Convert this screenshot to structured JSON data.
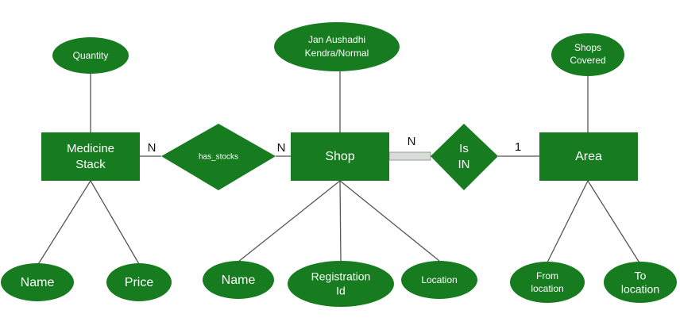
{
  "diagram": {
    "entities": {
      "medicine_stack": {
        "line1": "Medicine",
        "line2": "Stack"
      },
      "shop": "Shop",
      "area": "Area"
    },
    "relationships": {
      "has_stocks": "has_stocks",
      "is_in": {
        "line1": "Is",
        "line2": "IN"
      }
    },
    "attributes": {
      "quantity": "Quantity",
      "medicine_name": "Name",
      "price": "Price",
      "shop_type": {
        "line1": "Jan Aushadhi",
        "line2": "Kendra/Normal"
      },
      "shop_name": "Name",
      "registration_id": {
        "line1": "Registration",
        "line2": "Id"
      },
      "location": "Location",
      "shops_covered": {
        "line1": "Shops",
        "line2": "Covered"
      },
      "from_location": {
        "line1": "From",
        "line2": "location"
      },
      "to_location": {
        "line1": "To",
        "line2": "location"
      }
    },
    "cardinalities": {
      "medicine_has_stocks": "N",
      "has_stocks_shop": "N",
      "shop_is_in": "N",
      "is_in_area": "1"
    },
    "colors": {
      "shape_fill": "#167c1f",
      "text": "#ffffff",
      "connector": "#555555",
      "total_participation": "#d8dcd8"
    }
  }
}
